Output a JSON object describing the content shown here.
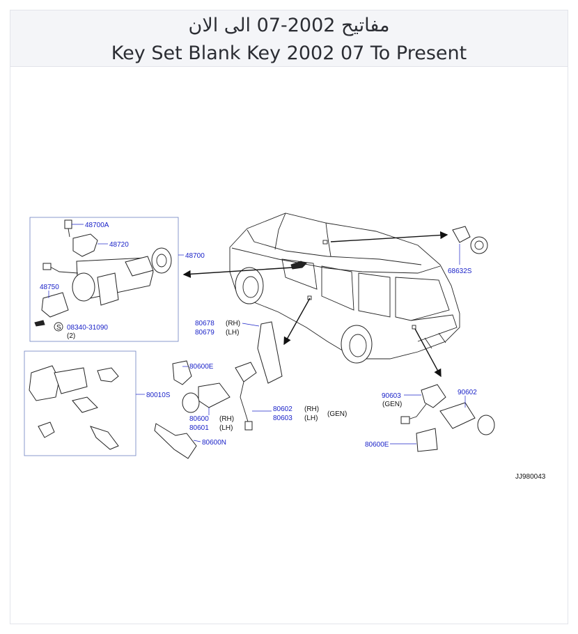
{
  "header": {
    "title_ar": "مفاتيح 2002-07 الى الان",
    "title_en": "Key Set Blank Key 2002 07 To Present"
  },
  "diagram": {
    "ref_code": "JJ980043",
    "parts": {
      "p48700A": "48700A",
      "p48720": "48720",
      "p48700": "48700",
      "p48750": "48750",
      "s_symbol": "S",
      "p08340": "08340-31090",
      "p08340_qty": "(2)",
      "p68632S": "68632S",
      "p80678": "80678",
      "p80679": "80679",
      "p80678_side": "(RH)",
      "p80679_side": "(LH)",
      "p80600E_a": "80600E",
      "p80010S": "80010S",
      "p80600": "80600",
      "p80601": "80601",
      "p80600_side": "(RH)",
      "p80601_side": "(LH)",
      "p80602": "80602",
      "p80603": "80603",
      "p80602_side": "(RH)",
      "p80603_side": "(LH)",
      "gen_a": "(GEN)",
      "p80600N": "80600N",
      "p90603": "90603",
      "gen_b": "(GEN)",
      "p90602": "90602",
      "p80600E_b": "80600E"
    }
  }
}
